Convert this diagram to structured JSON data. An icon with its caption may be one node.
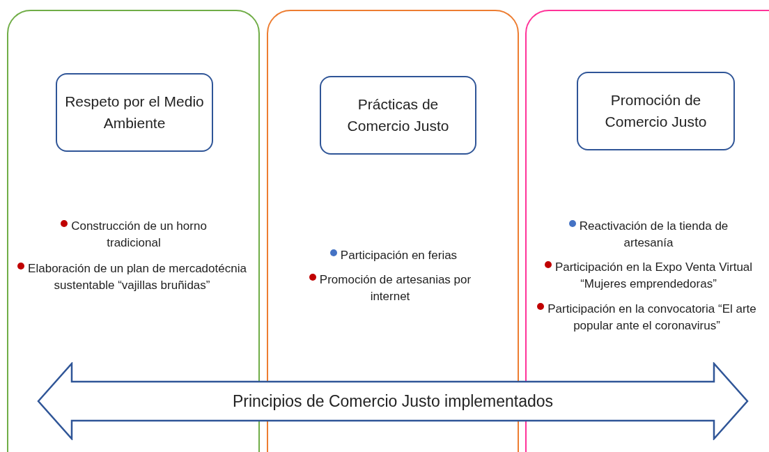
{
  "diagram": {
    "nodes": [
      {
        "text": [
          "Construcción de un horno tradicional",
          "Elaboración de un plan de mercadotécnia sustentable “vajillas bruñidas”"
        ]
      },
      {
        "text": [
          "Respeto por el Medio Ambiente"
        ],
        "in": 0
      },
      {
        "text": [
          "Participación en ferias",
          "Promoción de artesanias por internet"
        ]
      },
      {
        "text": [
          "Prácticas de Comercio Justo"
        ],
        "in": 2
      },
      {
        "text": [
          "Reactivación de la tienda de artesanía",
          "Participación en la Expo Venta Virtual “Mujeres emprendedoras”",
          "Participación en la convocatoria “El arte popular ante el coronavirus”"
        ]
      },
      {
        "text": [
          "Promoción de Comercio Justo"
        ],
        "in": 4
      },
      {
        "text": [
          "Principios de Comercio Justo implementados"
        ]
      }
    ],
    "edges": []
  }
}
